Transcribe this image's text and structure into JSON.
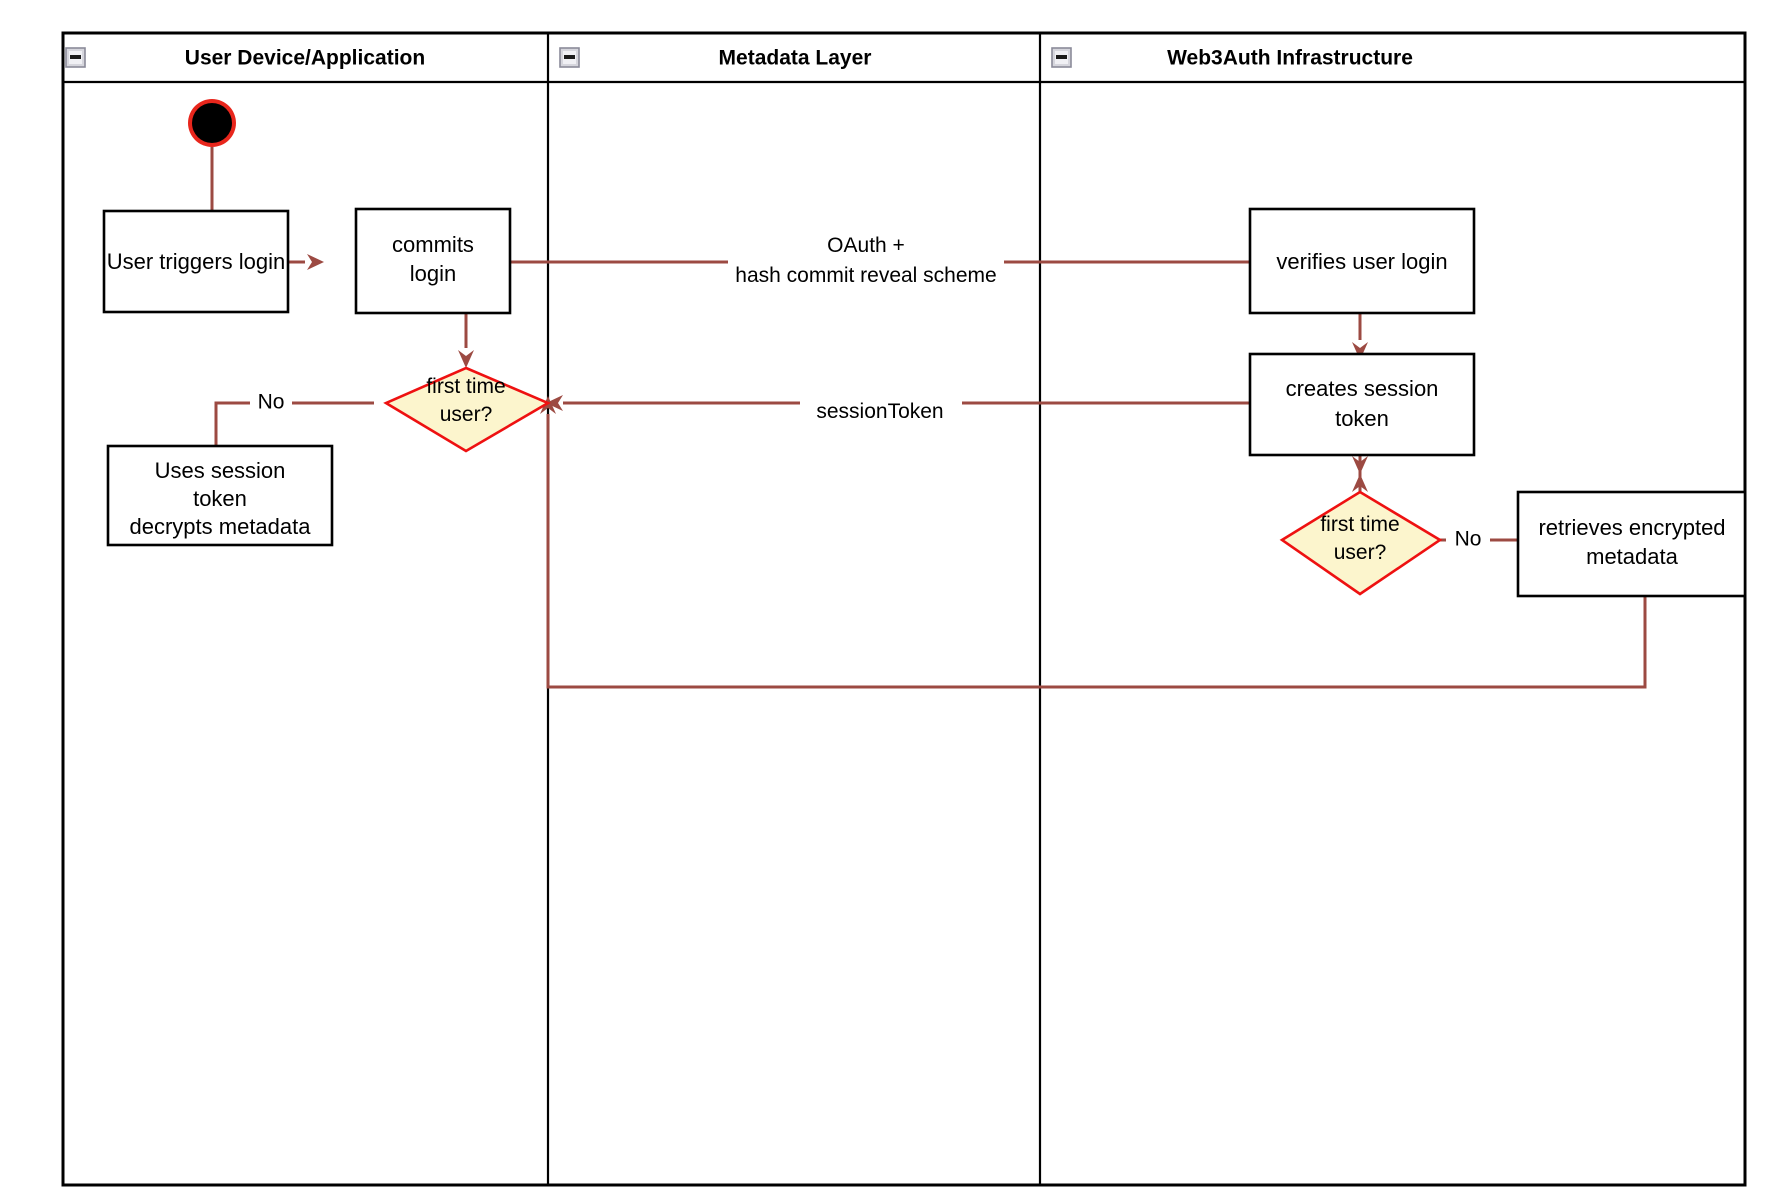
{
  "diagram": {
    "type": "uml-activity-swimlane",
    "title": "Web3Auth login activity diagram"
  },
  "lanes": [
    {
      "id": "user-device-application",
      "title": "User Device/Application",
      "collapse_icon": "collapse-minus-icon"
    },
    {
      "id": "metadata-layer",
      "title": "Metadata Layer",
      "collapse_icon": "collapse-minus-icon"
    },
    {
      "id": "web3auth-infrastructure",
      "title": "Web3Auth Infrastructure",
      "collapse_icon": "collapse-minus-icon"
    }
  ],
  "nodes": {
    "start": {
      "kind": "initial-node",
      "label": ""
    },
    "user_triggers_login": {
      "kind": "action",
      "label": "User triggers login"
    },
    "commits_login": {
      "kind": "action",
      "label_line1": "commits",
      "label_line2": "login"
    },
    "first_time_user_left": {
      "kind": "decision",
      "label_line1": "first time",
      "label_line2": "user?"
    },
    "uses_session_token": {
      "kind": "action",
      "label_line1": "Uses session",
      "label_line2": "token",
      "label_line3": "decrypts metadata"
    },
    "verifies_user_login": {
      "kind": "action",
      "label": "verifies user login"
    },
    "creates_session_token": {
      "kind": "action",
      "label_line1": "creates session",
      "label_line2": "token"
    },
    "first_time_user_right": {
      "kind": "decision",
      "label_line1": "first time",
      "label_line2": "user?"
    },
    "retrieves_encrypted_metadata": {
      "kind": "action",
      "label_line1": "retrieves encrypted",
      "label_line2": "metadata"
    }
  },
  "edges": {
    "oauth_label_line1": "OAuth +",
    "oauth_label_line2": "hash commit reveal scheme",
    "session_token_label": "sessionToken",
    "no_left": "No",
    "no_right": "No"
  },
  "colors": {
    "flow": "#9c4a42",
    "decision_fill": "#fcf5cd",
    "decision_stroke": "#ee1111",
    "node_stroke": "#000000",
    "start_ring": "#e8261c",
    "start_fill": "#000000",
    "lane_border": "#000000",
    "canvas": "#ffffff"
  }
}
